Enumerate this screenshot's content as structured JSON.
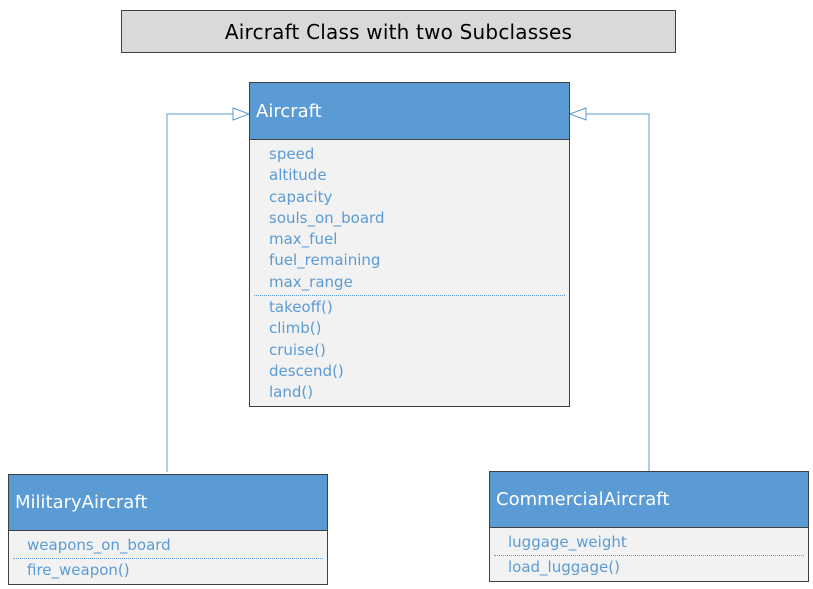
{
  "title": "Aircraft Class with two Subclasses",
  "colors": {
    "header_fill": "#5b9bd5",
    "member_text": "#5b9bd5",
    "body_fill": "#f2f2f2",
    "title_fill": "#d9d9d9"
  },
  "classes": {
    "aircraft": {
      "name": "Aircraft",
      "attributes": [
        "speed",
        "altitude",
        "capacity",
        "souls_on_board",
        "max_fuel",
        "fuel_remaining",
        "max_range"
      ],
      "methods": [
        "takeoff()",
        "climb()",
        "cruise()",
        "descend()",
        "land()"
      ]
    },
    "military": {
      "name": "MilitaryAircraft",
      "attributes": [
        "weapons_on_board"
      ],
      "methods": [
        "fire_weapon()"
      ]
    },
    "commercial": {
      "name": "CommercialAircraft",
      "attributes": [
        "luggage_weight"
      ],
      "methods": [
        "load_luggage()"
      ]
    }
  }
}
